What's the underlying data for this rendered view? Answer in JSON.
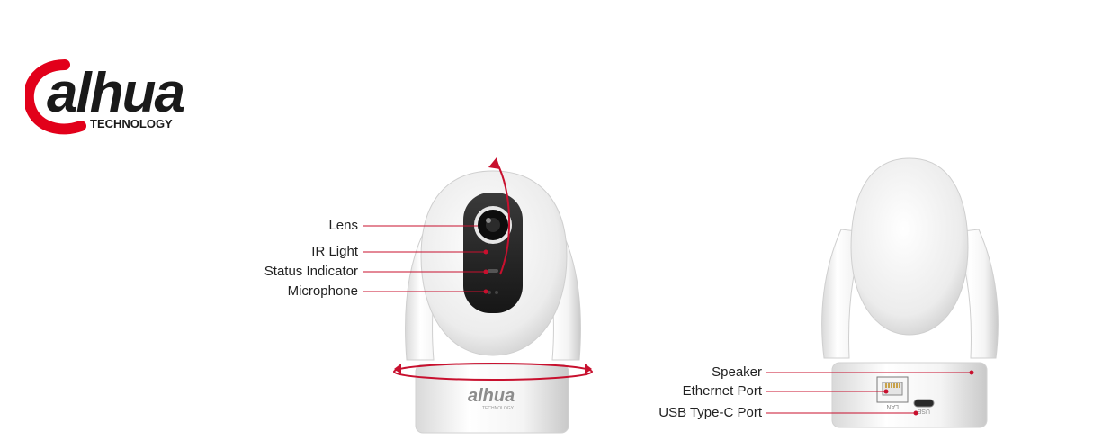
{
  "brand": {
    "logo_text": "alhua",
    "logo_subtext": "TECHNOLOGY",
    "device_logo_text": "alhua",
    "device_logo_subtext": "TECHNOLOGY",
    "colors": {
      "red": "#e2001a",
      "black": "#1a1a1a",
      "callout_line": "#c8102e"
    }
  },
  "front_view": {
    "callouts": [
      {
        "label": "Lens"
      },
      {
        "label": "IR Light"
      },
      {
        "label": "Status Indicator"
      },
      {
        "label": "Microphone"
      }
    ]
  },
  "rear_view": {
    "callouts": [
      {
        "label": "Speaker"
      },
      {
        "label": "Ethernet Port"
      },
      {
        "label": "USB Type-C Port"
      }
    ],
    "port_labels": {
      "lan": "LAN",
      "usb": "USB"
    }
  }
}
